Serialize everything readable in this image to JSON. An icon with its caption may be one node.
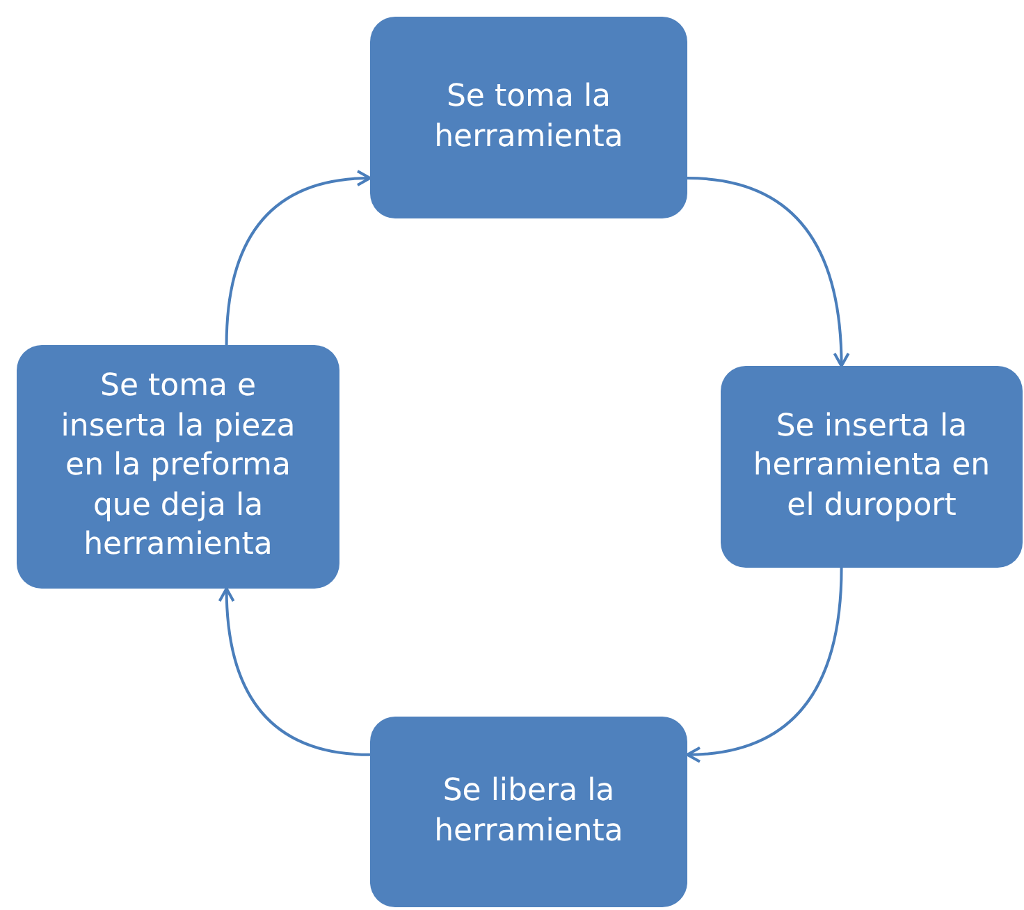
{
  "diagram": {
    "nodes": [
      {
        "text": [
          "Se toma la herramienta"
        ]
      },
      {
        "text": [
          "Se inserta la herramienta en el duroport"
        ]
      },
      {
        "text": [
          "Se libera la herramienta"
        ]
      },
      {
        "text": [
          "Se toma e inserta la pieza en la preforma que deja la herramienta"
        ]
      }
    ],
    "edges": [
      {
        "from": 0,
        "to": 1,
        "arrow": "to"
      },
      {
        "from": 1,
        "to": 2,
        "arrow": "to"
      },
      {
        "from": 2,
        "to": 3,
        "arrow": "to"
      },
      {
        "from": 3,
        "to": 0,
        "arrow": "to"
      }
    ]
  }
}
